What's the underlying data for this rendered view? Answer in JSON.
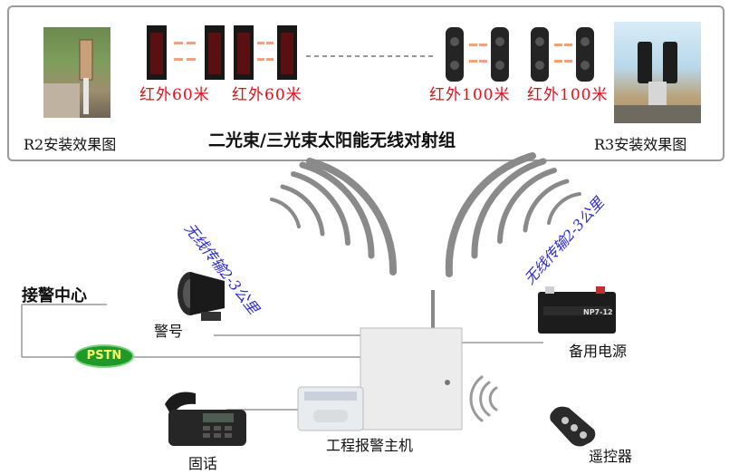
{
  "top_panel": {
    "title": "二光束/三光束太阳能无线对射组",
    "left_caption": "R2安装效果图",
    "right_caption": "R3安装效果图",
    "red_labels": [
      "红外60米",
      "红外60米",
      "红外100米",
      "红外100米"
    ]
  },
  "wireless": {
    "left_label": "无线传输2-3公里",
    "right_label": "无线传输2-3公里"
  },
  "devices": {
    "alarm_center": "接警中心",
    "pstn": "PSTN",
    "siren": "警号",
    "backup_power": "备用电源",
    "backup_power_brand": "NP7-12",
    "telephone": "固话",
    "host": "工程报警主机",
    "remote": "遥控器"
  },
  "colors": {
    "red_text": "#e0101a",
    "blue_text": "#2a2ad0",
    "pstn_green": "#1f9a2a",
    "pstn_text": "#f8ff6a"
  }
}
